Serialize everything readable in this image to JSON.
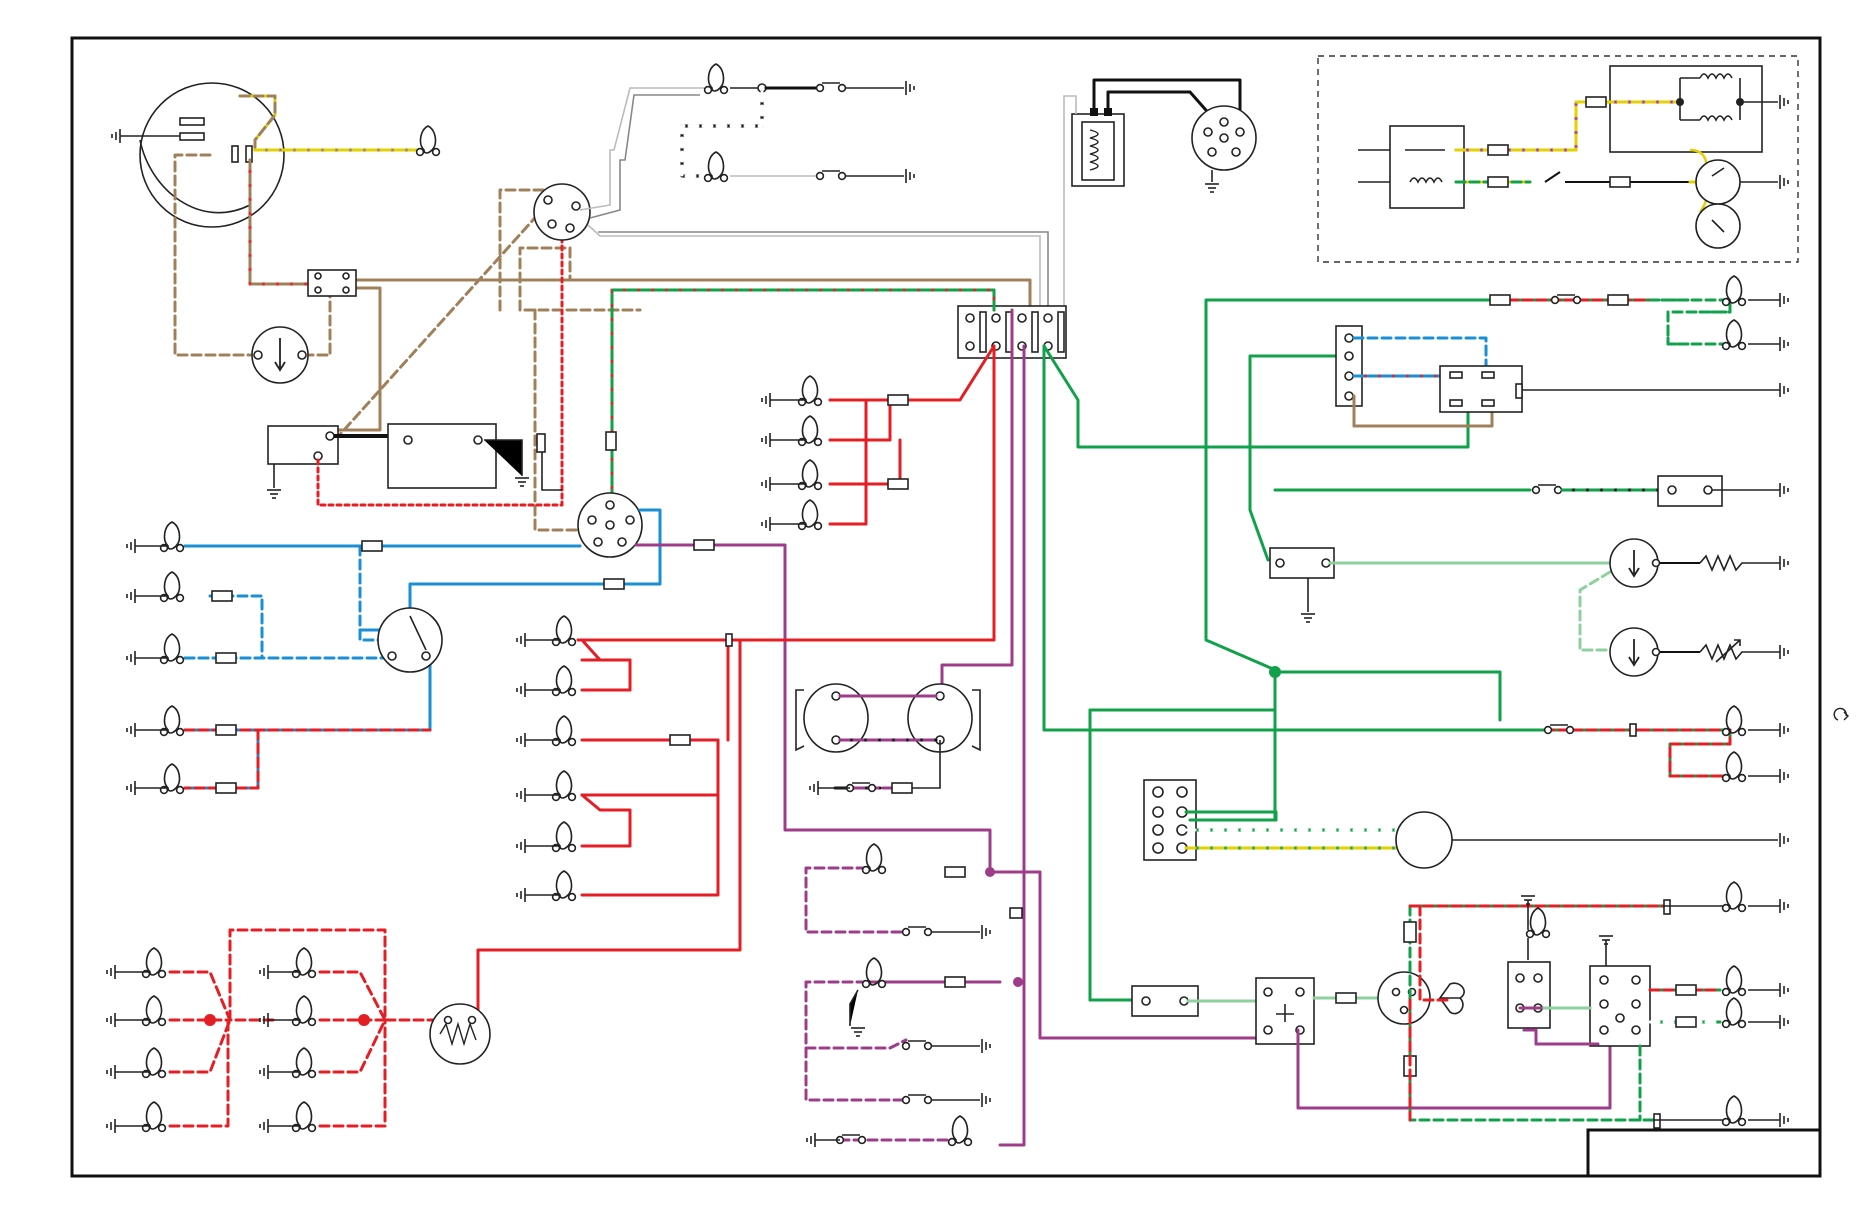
{
  "colors": {
    "background": "#ffffff",
    "frame": "#111111",
    "brown": "#a0805a",
    "red": "#e31e24",
    "blue": "#1a8fd6",
    "green": "#11a14a",
    "light_green": "#8fd19e",
    "purple": "#9e3c8a",
    "yellow": "#e4d200",
    "white_wire": "#bbbbbb",
    "black": "#111111"
  },
  "icons": [
    "bulb-icon",
    "ground-icon",
    "switch-icon",
    "fuse-icon",
    "connector-icon",
    "gauge-icon",
    "horn-icon",
    "coil-icon",
    "distributor-icon",
    "flasher-icon",
    "relay-icon",
    "battery-icon",
    "resistor-icon"
  ],
  "diagram": {
    "wire_colors_present": [
      "brown",
      "red",
      "blue",
      "green",
      "purple",
      "white",
      "black",
      "yellow"
    ]
  }
}
